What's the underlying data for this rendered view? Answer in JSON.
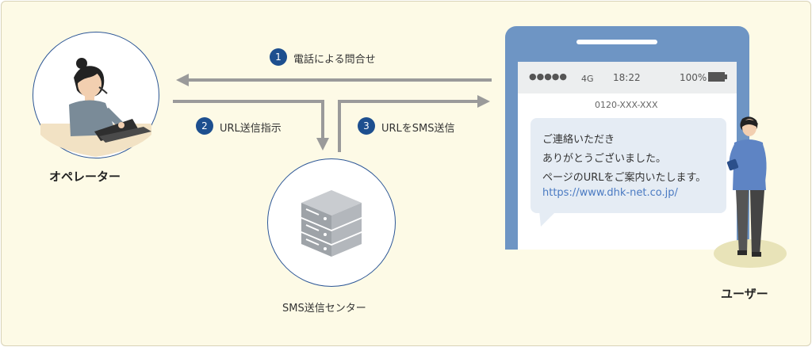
{
  "steps": [
    {
      "num": "1",
      "label": "電話による問合せ"
    },
    {
      "num": "2",
      "label": "URL送信指示"
    },
    {
      "num": "3",
      "label": "URLをSMS送信"
    }
  ],
  "actors": {
    "operator": "オペレーター",
    "sms_center": "SMS送信センター",
    "user": "ユーザー"
  },
  "phone": {
    "signal": "●●●●●",
    "network": "4G",
    "time": "18:22",
    "battery": "100%",
    "sender": "0120-XXX-XXX",
    "message_lines": [
      "ご連絡いただき",
      "ありがとうございました。",
      "ページのURLをご案内いたします。"
    ],
    "message_link": "https://www.dhk-net.co.jp/"
  },
  "colors": {
    "background": "#fdfae6",
    "arrow": "#9a9a9a",
    "step_badge": "#1d4f8f",
    "phone_frame": "#6e95c4",
    "link": "#4a7ac2"
  }
}
